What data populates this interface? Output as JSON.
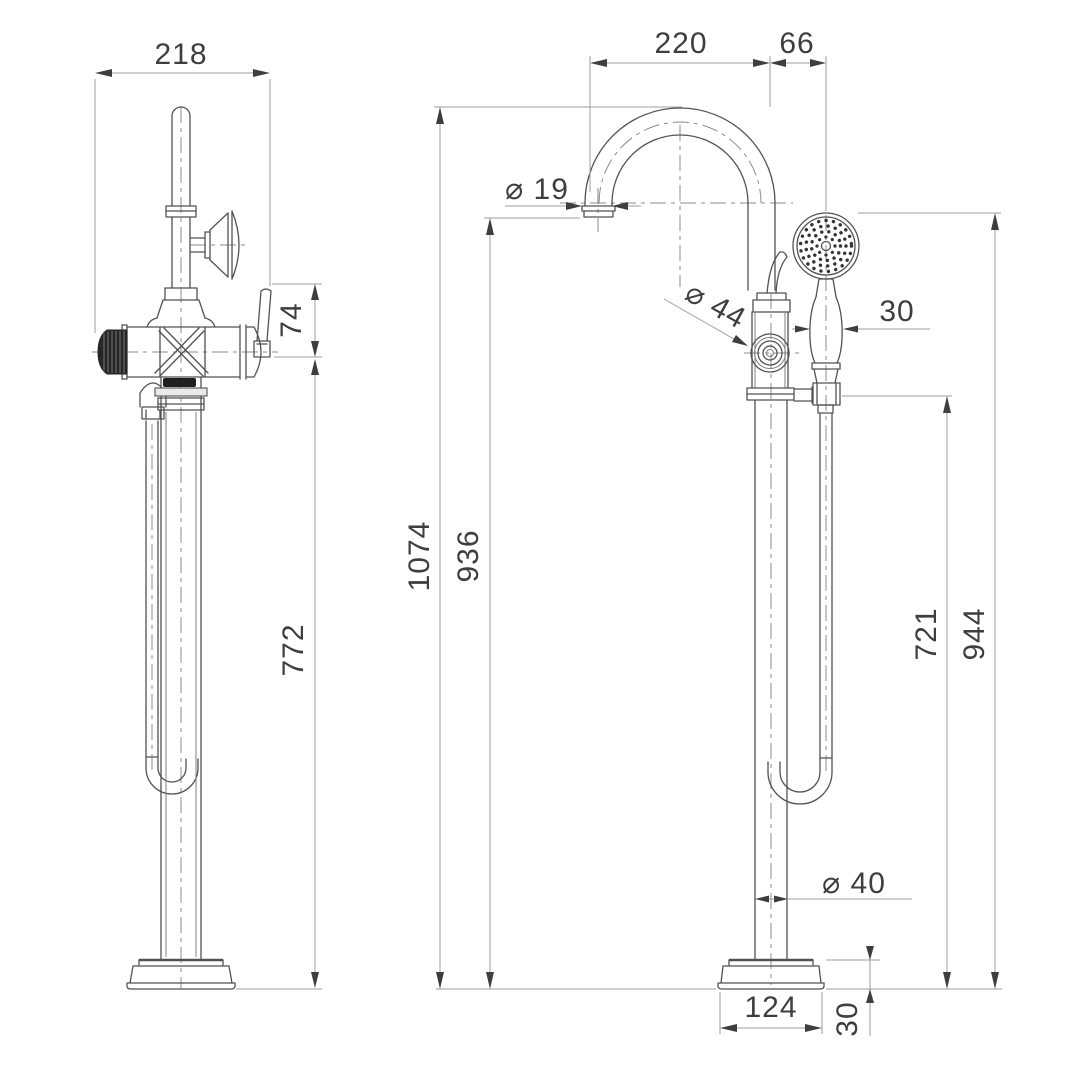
{
  "palette": {
    "background": "#ffffff",
    "object_line": "#515254",
    "extension_line": "#9a9c9f",
    "dimension_text": "#3d3e40"
  },
  "dimensions": {
    "side": {
      "overall_depth": "218",
      "lever_above_body": "74",
      "body_to_floor": "772"
    },
    "front": {
      "spout_reach": "220",
      "handshower_offset": "66",
      "spout_outlet_dia": "⌀ 19",
      "knob_dia": "⌀ 44",
      "grip_width": "30",
      "overall_height": "1074",
      "spout_outlet_height": "936",
      "hose_outlet_height": "721",
      "handshower_height": "944",
      "riser_dia": "⌀ 40",
      "base_dia": "124",
      "base_height": "30"
    }
  }
}
